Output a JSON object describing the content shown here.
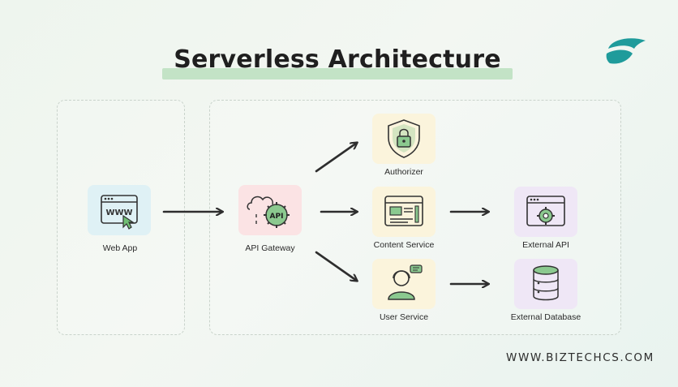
{
  "header": {
    "title": "Serverless Architecture"
  },
  "nodes": {
    "web_app": {
      "label": "Web App",
      "icon": "browser-www-icon"
    },
    "api_gateway": {
      "label": "API Gateway",
      "icon": "cloud-api-gear-icon"
    },
    "authorizer": {
      "label": "Authorizer",
      "icon": "shield-lock-icon"
    },
    "content_service": {
      "label": "Content Service",
      "icon": "content-window-icon"
    },
    "user_service": {
      "label": "User Service",
      "icon": "user-headset-icon"
    },
    "external_api": {
      "label": "External API",
      "icon": "api-window-gear-icon"
    },
    "external_database": {
      "label": "External Database",
      "icon": "database-icon"
    }
  },
  "icon_glyphs": {
    "www": "WWW",
    "api": "API"
  },
  "footer": {
    "website": "WWW.BIZTECHCS.COM"
  },
  "colors": {
    "brand_teal": "#1f9b9b",
    "title_highlight": "#c3e3c6",
    "arrow": "#2e2e2e",
    "tile_blue": "#dff1f5",
    "tile_pink": "#fbe3e4",
    "tile_yellow": "#fbf4dc",
    "tile_purple": "#efe7f6"
  }
}
